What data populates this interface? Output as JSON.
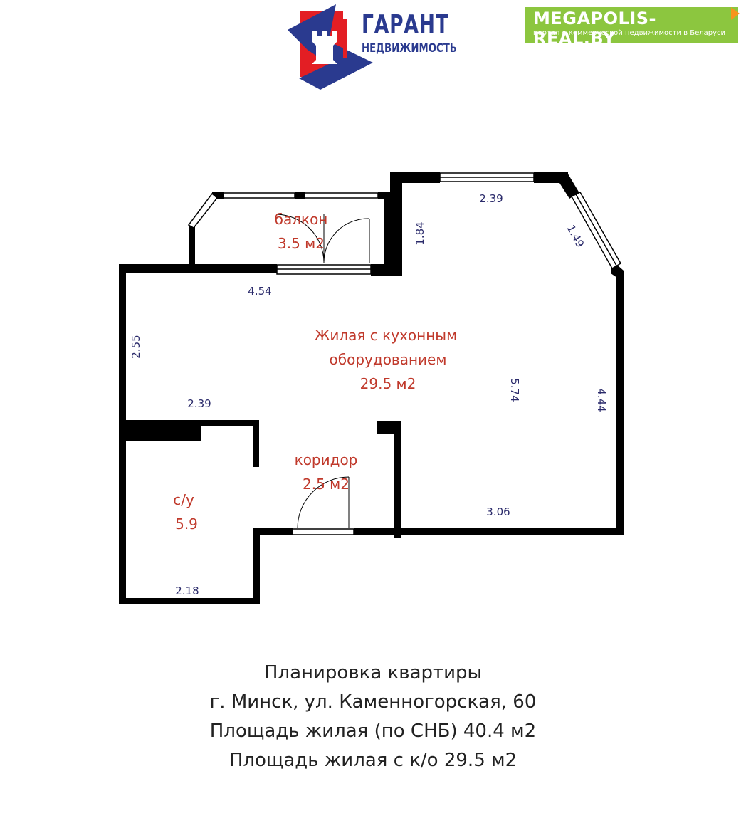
{
  "logo": {
    "line1": "ГАРАНТ",
    "line2": "НЕДВИЖИМОСТЬ",
    "blue": "#2a3a8f",
    "red": "#e31e24"
  },
  "badge": {
    "title": "MEGAPOLIS-REAL.BY",
    "subtitle": "портал о коммерческой недвижимости в Беларуси",
    "color": "#8cc63f"
  },
  "rooms": {
    "balcony": {
      "name": "балкон",
      "area": "3.5 м2"
    },
    "living": {
      "line1": "Жилая с кухонным",
      "line2": "оборудованием",
      "area": "29.5 м2"
    },
    "corridor": {
      "name": "коридор",
      "area": "2.5 м2"
    },
    "bath": {
      "name": "с/у",
      "area": "5.9"
    }
  },
  "dimensions": {
    "top_right": "2.39",
    "diag": "1.49",
    "balcony_side": "1.84",
    "top_left": "4.54",
    "left": "2.55",
    "mid": "2.39",
    "center_v": "5.74",
    "right_v": "4.44",
    "bottom_right": "3.06",
    "bath_bottom": "2.18"
  },
  "colors": {
    "wall": "#000000",
    "room_text": "#c0392b",
    "dim_text": "#2b2b6b"
  },
  "caption": {
    "line1": "Планировка квартиры",
    "line2": "г. Минск, ул. Каменногорская, 60",
    "line3": "Площадь жилая (по СНБ) 40.4 м2",
    "line4": "Площадь жилая с к/о 29.5 м2"
  }
}
